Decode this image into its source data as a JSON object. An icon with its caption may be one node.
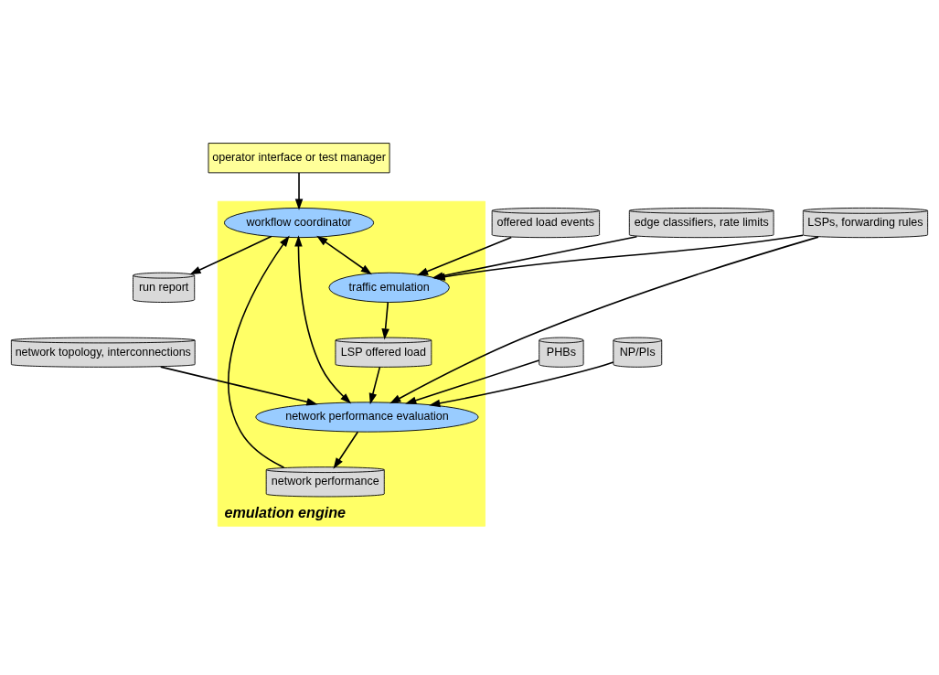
{
  "diagram": {
    "nodes": [
      {
        "text": [
          "emulation engine"
        ]
      },
      {
        "text": [
          "operator interface or test manager"
        ]
      },
      {
        "text": [
          "run report"
        ]
      },
      {
        "text": [
          "workflow coordinator"
        ],
        "in": 0
      },
      {
        "text": [
          "network performance"
        ],
        "in": 0
      },
      {
        "text": [
          "offered load events"
        ]
      },
      {
        "text": [
          "network topology, interconnections"
        ]
      },
      {
        "text": [
          "traffic emulation"
        ],
        "in": 0
      },
      {
        "text": [
          "LSP offered load"
        ],
        "in": 0
      },
      {
        "text": [
          "network performance evaluation"
        ],
        "in": 0
      },
      {
        "text": [
          "edge classifiers, rate limits"
        ]
      },
      {
        "text": [
          "PHBs"
        ]
      },
      {
        "text": [
          "NP/PIs"
        ]
      },
      {
        "text": [
          "LSPs, forwarding rules"
        ]
      }
    ],
    "edges": [
      {
        "from": 1,
        "to": 3,
        "arrow": "to"
      },
      {
        "from": 3,
        "to": 2,
        "arrow": "to"
      },
      {
        "from": 4,
        "to": 3,
        "arrow": "to"
      },
      {
        "from": 3,
        "to": 7,
        "arrow": "both"
      },
      {
        "from": 3,
        "to": 9,
        "arrow": "both"
      },
      {
        "from": 9,
        "to": 4,
        "arrow": "to"
      },
      {
        "from": 5,
        "to": 7,
        "arrow": "to"
      },
      {
        "from": 10,
        "to": 7,
        "arrow": "to"
      },
      {
        "from": 7,
        "to": 8,
        "arrow": "to"
      },
      {
        "from": 8,
        "to": 9,
        "arrow": "to"
      },
      {
        "from": 6,
        "to": 9,
        "arrow": "to"
      },
      {
        "from": 11,
        "to": 9,
        "arrow": "to"
      },
      {
        "from": 12,
        "to": 9,
        "arrow": "to"
      },
      {
        "from": 13,
        "to": 7,
        "arrow": "to"
      },
      {
        "from": 13,
        "to": 9,
        "arrow": "to"
      }
    ]
  }
}
